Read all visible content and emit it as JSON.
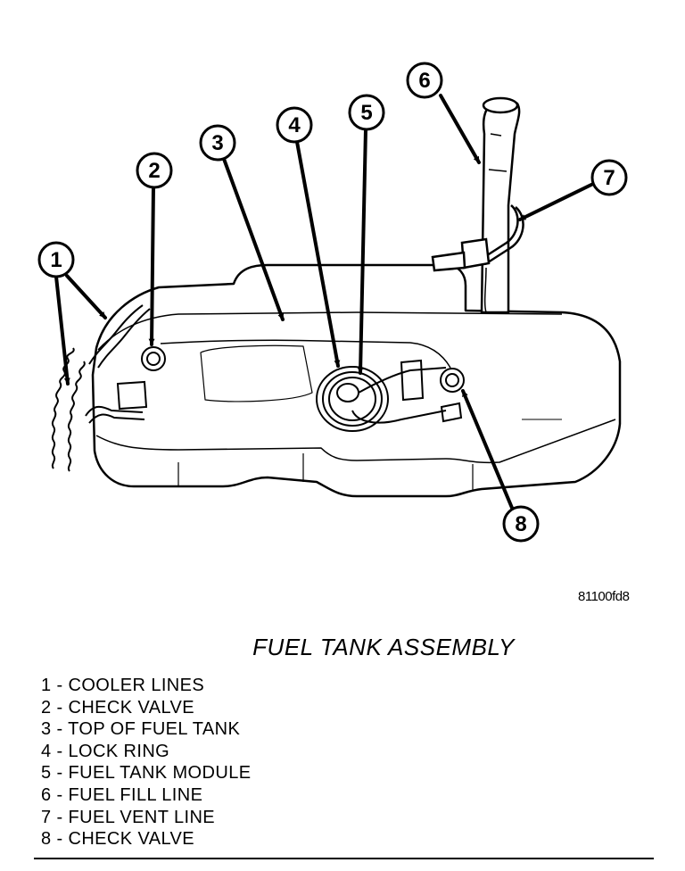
{
  "figure_code": "81100fd8",
  "caption": "FUEL TANK ASSEMBLY",
  "callouts": [
    "1",
    "2",
    "3",
    "4",
    "5",
    "6",
    "7",
    "8"
  ],
  "legend": [
    {
      "num": "1",
      "label": "COOLER LINES",
      "text": "1 - COOLER LINES"
    },
    {
      "num": "2",
      "label": "CHECK VALVE",
      "text": "2 - CHECK VALVE"
    },
    {
      "num": "3",
      "label": "TOP OF FUEL TANK",
      "text": "3 - TOP OF FUEL TANK"
    },
    {
      "num": "4",
      "label": "LOCK RING",
      "text": "4 - LOCK RING"
    },
    {
      "num": "5",
      "label": "FUEL TANK MODULE",
      "text": "5 - FUEL TANK MODULE"
    },
    {
      "num": "6",
      "label": "FUEL FILL LINE",
      "text": "6 - FUEL FILL LINE"
    },
    {
      "num": "7",
      "label": "FUEL VENT LINE",
      "text": "7 - FUEL VENT LINE"
    },
    {
      "num": "8",
      "label": "CHECK VALVE",
      "text": "8 - CHECK VALVE"
    }
  ]
}
